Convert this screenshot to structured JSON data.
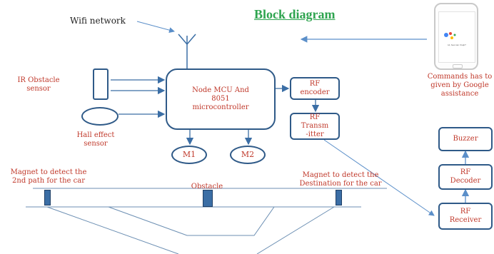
{
  "title": "Block diagram",
  "wifi_label": "Wifi network",
  "ir_sensor_label": "IR Obstacle sensor",
  "hall_sensor_label": "Hall effect sensor",
  "mcu_label": "Node MCU And 8051 microcontroller",
  "rf_encoder_label": "RF encoder",
  "rf_transmitter_label": "RF Transm -itter",
  "motor1_label": "M1",
  "motor2_label": "M2",
  "commands_label": "Commands has to given by Google assistance",
  "phone_text": "Hi, how can I help?",
  "buzzer_label": "Buzzer",
  "rf_decoder_label": "RF Decoder",
  "rf_receiver_label": "RF Receiver",
  "magnet_path_label": "Magnet to detect the 2nd path for the car",
  "obstacle_label": "Obstacle",
  "magnet_dest_label": "Magnet to detect the Destination for the car",
  "colors": {
    "title": "#2ea44f",
    "labels": "#c0392b",
    "shapes": "#2f5a88",
    "arrows": "#5b8fc9"
  }
}
